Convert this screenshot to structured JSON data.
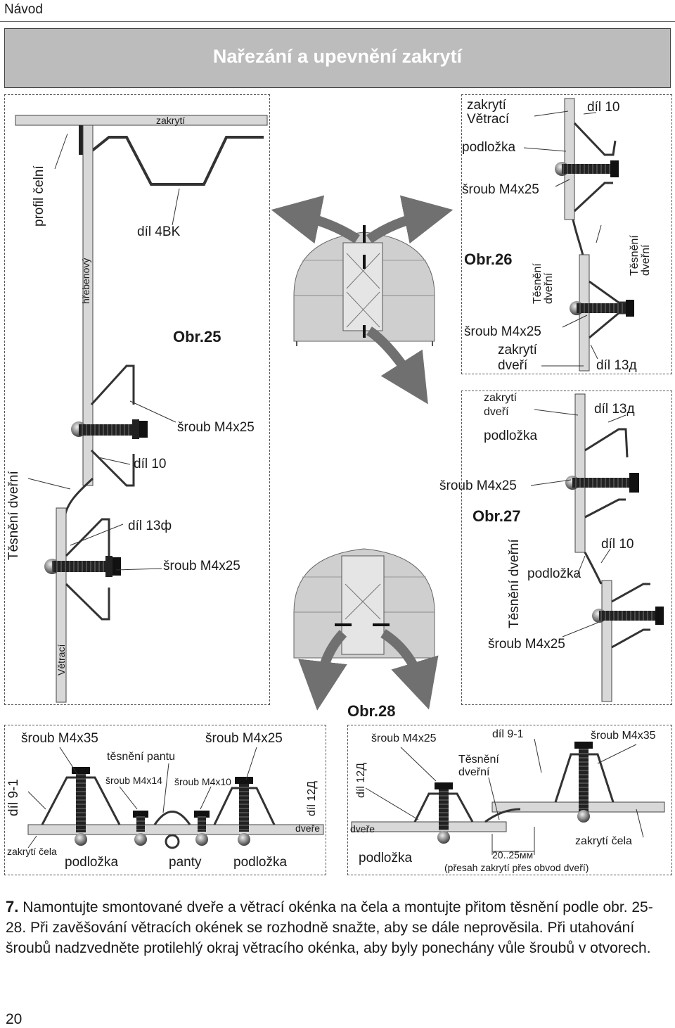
{
  "header": {
    "section": "Návod",
    "title": "Nařezání a upevnění zakrytí"
  },
  "fig25": {
    "caption": "Obr.25",
    "labels": {
      "zakryti": "zakrytí",
      "profil": "profil čelní",
      "hrebenovy": "hřebenový",
      "dil4bk": "díl 4BK",
      "sroub1": "šroub M4x25",
      "dil10": "díl 10",
      "tesneni": "Těsnění dveřní",
      "dil13f": "díl 13ф",
      "sroub2": "šroub M4x25",
      "vetraci": "Větrací"
    }
  },
  "fig26": {
    "caption": "Obr.26",
    "labels": {
      "zakryti_vetraci_1": "zakrytí",
      "zakryti_vetraci_2": "Větrací",
      "dil10": "díl 10",
      "podlozka": "podložka",
      "sroub1": "šroub M4x25",
      "tesneni_a": "Těsnění dveřní",
      "tesneni_b": "Těsnění dveřní",
      "sroub2": "šroub M4x25",
      "zakryti_dveri_1": "zakrytí",
      "zakryti_dveri_2": "dveří",
      "dil13d": "díl 13д"
    }
  },
  "fig27": {
    "caption": "Obr.27",
    "labels": {
      "zakryti_dveri_1": "zakrytí",
      "zakryti_dveri_2": "dveří",
      "dil13d": "díl 13д",
      "podlozka1": "podložka",
      "sroub1": "šroub M4x25",
      "tesneni": "Těsnění dveřní",
      "dil10": "díl 10",
      "podlozka2": "podložka",
      "sroub2": "šroub M4x25"
    }
  },
  "fig28": {
    "caption": "Obr.28",
    "left": {
      "sroub35": "šroub M4x35",
      "sroub25": "šroub M4x25",
      "tesneni_pantu": "těsnění pantu",
      "sroub14": "šroub M4x14",
      "sroub10": "šroub M4x10",
      "dil91": "díl 9-1",
      "dil12d": "díl 12Д",
      "dvere": "dveře",
      "zakryti_cela": "zakrytí čela",
      "podlozka1": "podložka",
      "panty": "panty",
      "podlozka2": "podložka"
    },
    "right": {
      "sroub25": "šroub M4x25",
      "dil91": "díl 9-1",
      "sroub35": "šroub M4x35",
      "tesneni_1": "Těsnění",
      "tesneni_2": "dveřní",
      "dil12d": "díl 12Д",
      "dvere": "dveře",
      "zakryti_cela": "zakrytí čela",
      "rozmer": "20..25мм",
      "podlozka": "podložka",
      "presah": "(přesah zakrytí přes obvod dveří)"
    }
  },
  "step": {
    "number": "7.",
    "text": " Namontujte smontované dveře a větrací okénka na čela a montujte přitom těsnění podle obr. 25-28. Při zavěšování větracích okének se rozhodně snažte, aby se dále neprověsila. Při utahování šroubů nadzvedněte protilehlý okraj větracího okénka, aby byly ponechány vůle šroubů v otvorech."
  },
  "page_number": "20",
  "colors": {
    "title_bar": "#bcbcbc",
    "profile_fill": "#d8d8d8",
    "arrow": "#707070"
  }
}
